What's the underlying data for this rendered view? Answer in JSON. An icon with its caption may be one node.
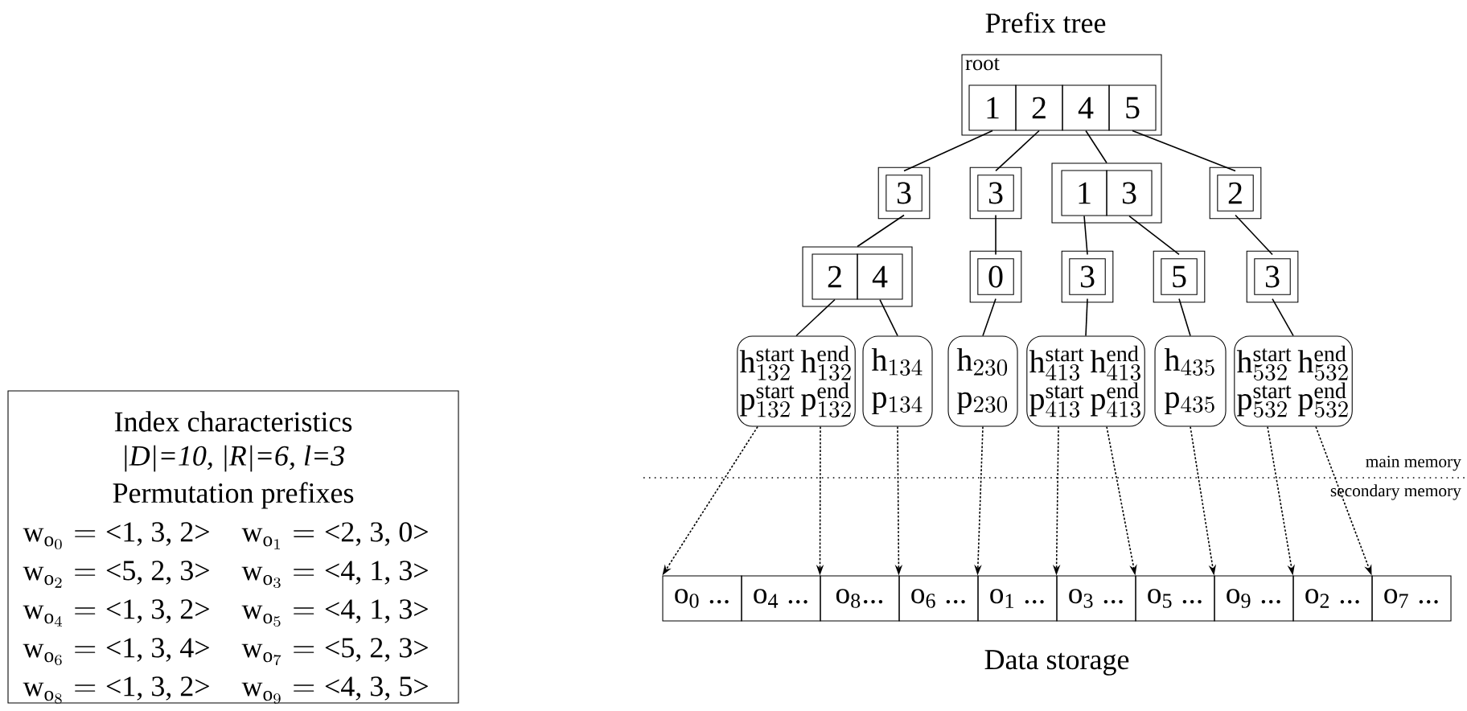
{
  "diagram": {
    "nodes": [
      {
        "text": [
          "root"
        ]
      },
      {
        "text": [
          "1"
        ],
        "in": 0
      },
      {
        "text": [
          "2"
        ],
        "in": 0
      },
      {
        "text": [
          "4"
        ],
        "in": 0
      },
      {
        "text": [
          "5"
        ],
        "in": 0
      },
      {
        "text": [
          "3"
        ]
      },
      {
        "text": [
          "3"
        ]
      },
      {
        "text": [],
        "shape": "box"
      },
      {
        "text": [
          "1"
        ],
        "in": 7
      },
      {
        "text": [
          "3"
        ],
        "in": 7
      },
      {
        "text": [
          "2"
        ]
      },
      {
        "text": [],
        "shape": "box"
      },
      {
        "text": [
          "2"
        ],
        "in": 11
      },
      {
        "text": [
          "4"
        ],
        "in": 11
      },
      {
        "text": [
          "0"
        ]
      },
      {
        "text": [
          "3"
        ]
      },
      {
        "text": [
          "5"
        ]
      },
      {
        "text": [
          "3"
        ]
      },
      {
        "text": [
          "\\mathrm{h}^{\\mathrm{start}}_{132}\\,\\mathrm{h}^{\\mathrm{end}}_{132}",
          "\\mathrm{p}^{\\mathrm{start}}_{132}\\,\\mathrm{p}^{\\mathrm{end}}_{132}"
        ]
      },
      {
        "text": [
          "\\mathrm{h}_{134}",
          "\\mathrm{p}_{134}"
        ]
      },
      {
        "text": [
          "\\mathrm{h}_{230}",
          "\\mathrm{p}_{230}"
        ]
      },
      {
        "text": [
          "\\mathrm{h}^{\\mathrm{start}}_{413}\\,\\mathrm{h}^{\\mathrm{end}}_{413}",
          "\\mathrm{p}^{\\mathrm{start}}_{413}\\,\\mathrm{p}^{\\mathrm{end}}_{413}"
        ]
      },
      {
        "text": [
          "\\mathrm{h}_{435}",
          "\\mathrm{p}_{435}"
        ]
      },
      {
        "text": [
          "\\mathrm{h}^{\\mathrm{start}}_{532}\\,\\mathrm{h}^{\\mathrm{end}}_{532}",
          "\\mathrm{p}^{\\mathrm{start}}_{532}\\,\\mathrm{p}^{\\mathrm{end}}_{532}"
        ]
      },
      {
        "text": [
          "o$_{0}$ ..."
        ]
      },
      {
        "text": [
          "o$_{4}$ ..."
        ]
      },
      {
        "text": [
          "o$_{8}$..."
        ]
      },
      {
        "text": [
          "o$_{6}$ ..."
        ]
      },
      {
        "text": [
          "o$_{1}$ ..."
        ]
      },
      {
        "text": [
          "o$_{3}$ ..."
        ]
      },
      {
        "text": [
          "o$_{5}$ ..."
        ]
      },
      {
        "text": [
          "o$_{9}$ ..."
        ]
      },
      {
        "text": [
          "o$_{2}$ ..."
        ]
      },
      {
        "text": [
          "o$_{7}$ ..."
        ]
      },
      {
        "text": [
          "Index characteristics",
          "|D|=10, |R|=6, l=3",
          "Permutation prefixes",
          "\\mathrm{w}_{\\mathrm{o}_{0}}=\\mbox{<1, 3, 2>}",
          "\\mathrm{w}_{\\mathrm{o}_{1}}=\\mbox{<2, 3, 0>}",
          "\\mathrm{w}_{\\mathrm{o}_{2}}=\\mbox{<5, 2, 3>}",
          "\\mathrm{w}_{\\mathrm{o}_{3}}=\\mbox{<4, 1, 3>}",
          "\\mathrm{w}_{\\mathrm{o}_{4}}=\\mbox{<1, 3, 2>}",
          "\\mathrm{w}_{\\mathrm{o}_{5}}=\\mbox{<4, 1, 3>}",
          "\\mathrm{w}_{\\mathrm{o}_{6}}=\\mbox{<1, 3, 4>}",
          "\\mathrm{w}_{\\mathrm{o}_{7}}=\\mbox{<5, 2, 3>}",
          "\\mathrm{w}_{\\mathrm{o}_{8}}=\\mbox{<1, 3, 2>}",
          "\\mathrm{w}_{\\mathrm{o}_{9}}=\\mbox{<4, 3, 5>}"
        ]
      }
    ],
    "edges": [
      {
        "from": 1,
        "to": 5,
        "arrow": "none"
      },
      {
        "from": 2,
        "to": 6,
        "arrow": "none"
      },
      {
        "from": 3,
        "to": 7,
        "arrow": "none"
      },
      {
        "from": 4,
        "to": 10,
        "arrow": "none"
      },
      {
        "from": 5,
        "to": 11,
        "arrow": "none"
      },
      {
        "from": 6,
        "to": 14,
        "arrow": "none"
      },
      {
        "from": 8,
        "to": 15,
        "arrow": "none"
      },
      {
        "from": 9,
        "to": 16,
        "arrow": "none"
      },
      {
        "from": 10,
        "to": 17,
        "arrow": "none"
      },
      {
        "from": 12,
        "to": 18,
        "arrow": "none"
      },
      {
        "from": 13,
        "to": 19,
        "arrow": "none"
      },
      {
        "from": 14,
        "to": 20,
        "arrow": "none"
      },
      {
        "from": 15,
        "to": 21,
        "arrow": "none"
      },
      {
        "from": 16,
        "to": 22,
        "arrow": "none"
      },
      {
        "from": 17,
        "to": 23,
        "arrow": "none"
      },
      {
        "from": 18,
        "to": 24,
        "arrow": "to",
        "style": "dashed"
      },
      {
        "from": 18,
        "to": 26,
        "arrow": "to",
        "style": "dashed"
      },
      {
        "from": 19,
        "to": 27,
        "arrow": "to",
        "style": "dashed"
      },
      {
        "from": 20,
        "to": 28,
        "arrow": "to",
        "style": "dashed"
      },
      {
        "from": 21,
        "to": 29,
        "arrow": "to",
        "style": "dashed"
      },
      {
        "from": 21,
        "to": 30,
        "arrow": "to",
        "style": "dashed"
      },
      {
        "from": 22,
        "to": 31,
        "arrow": "to",
        "style": "dashed"
      },
      {
        "from": 23,
        "to": 32,
        "arrow": "to",
        "style": "dashed"
      },
      {
        "from": 23,
        "to": 33,
        "arrow": "to",
        "style": "dashed"
      }
    ],
    "labels": [
      "Prefix tree",
      "main memory",
      "secondary memory",
      "Data storage"
    ]
  }
}
